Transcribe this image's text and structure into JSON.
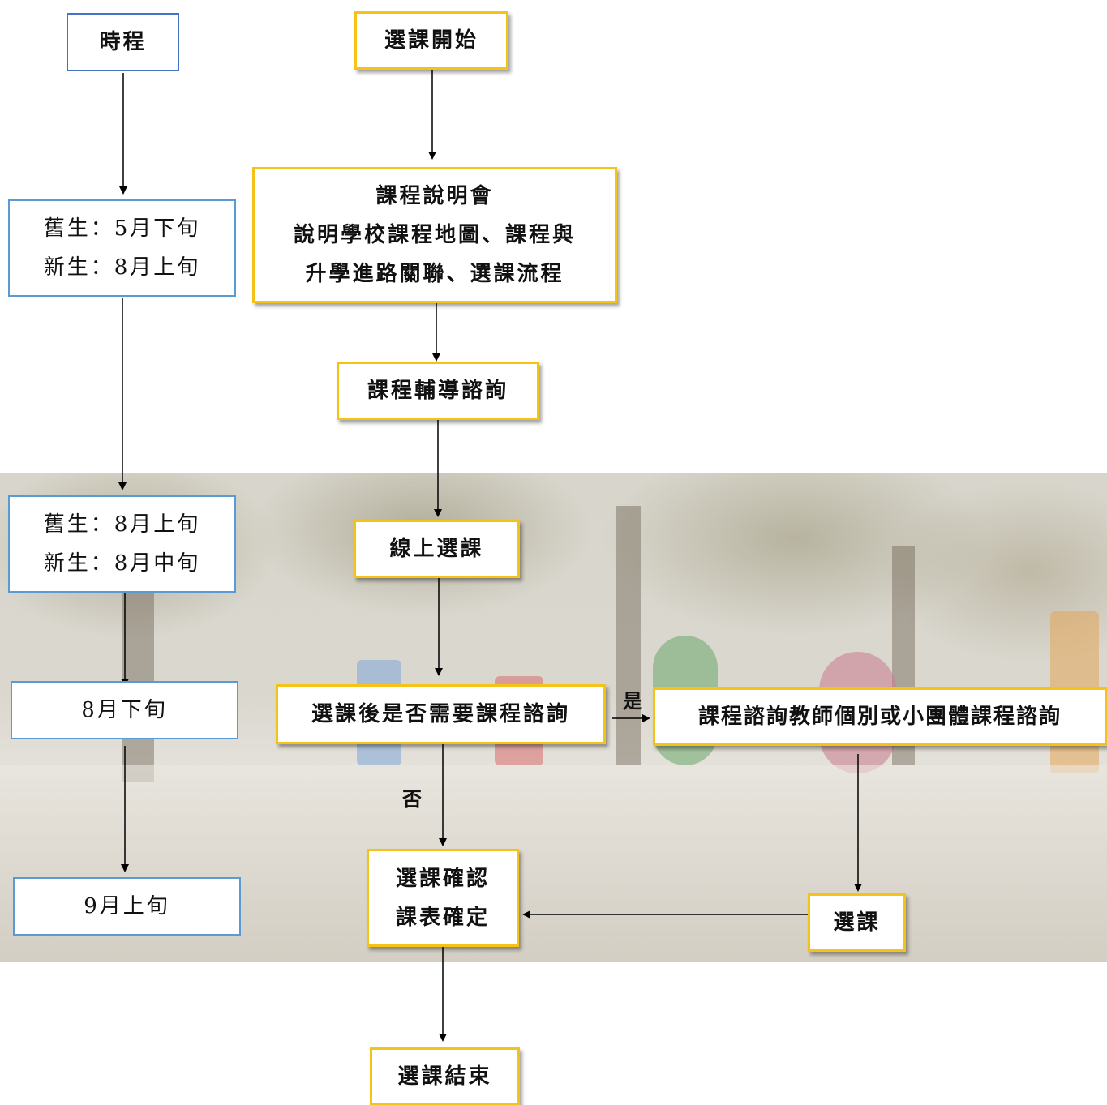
{
  "timeline": {
    "title": "時程",
    "steps": [
      [
        "舊生：5月下旬",
        "新生：8月上旬"
      ],
      [
        "舊生：8月上旬",
        "新生：8月中旬"
      ],
      [
        "8月下旬"
      ],
      [
        "9月上旬"
      ]
    ]
  },
  "flow": {
    "start": "選課開始",
    "info_session": [
      "課程說明會",
      "說明學校課程地圖、課程與",
      "升學進路關聯、選課流程"
    ],
    "counseling": "課程輔導諮詢",
    "online": "線上選課",
    "decision": "選課後是否需要課程諮詢",
    "yes_label": "是",
    "no_label": "否",
    "consult": "課程諮詢教師個別或小團體課程諮詢",
    "reselect": "選課",
    "confirm": [
      "選課確認",
      "課表確定"
    ],
    "end": "選課結束"
  },
  "colors": {
    "flow_border": "#f5c318",
    "timeline_border": "#5b9bd5",
    "timeline_title_border": "#4472c4",
    "arrow": "#000000"
  }
}
